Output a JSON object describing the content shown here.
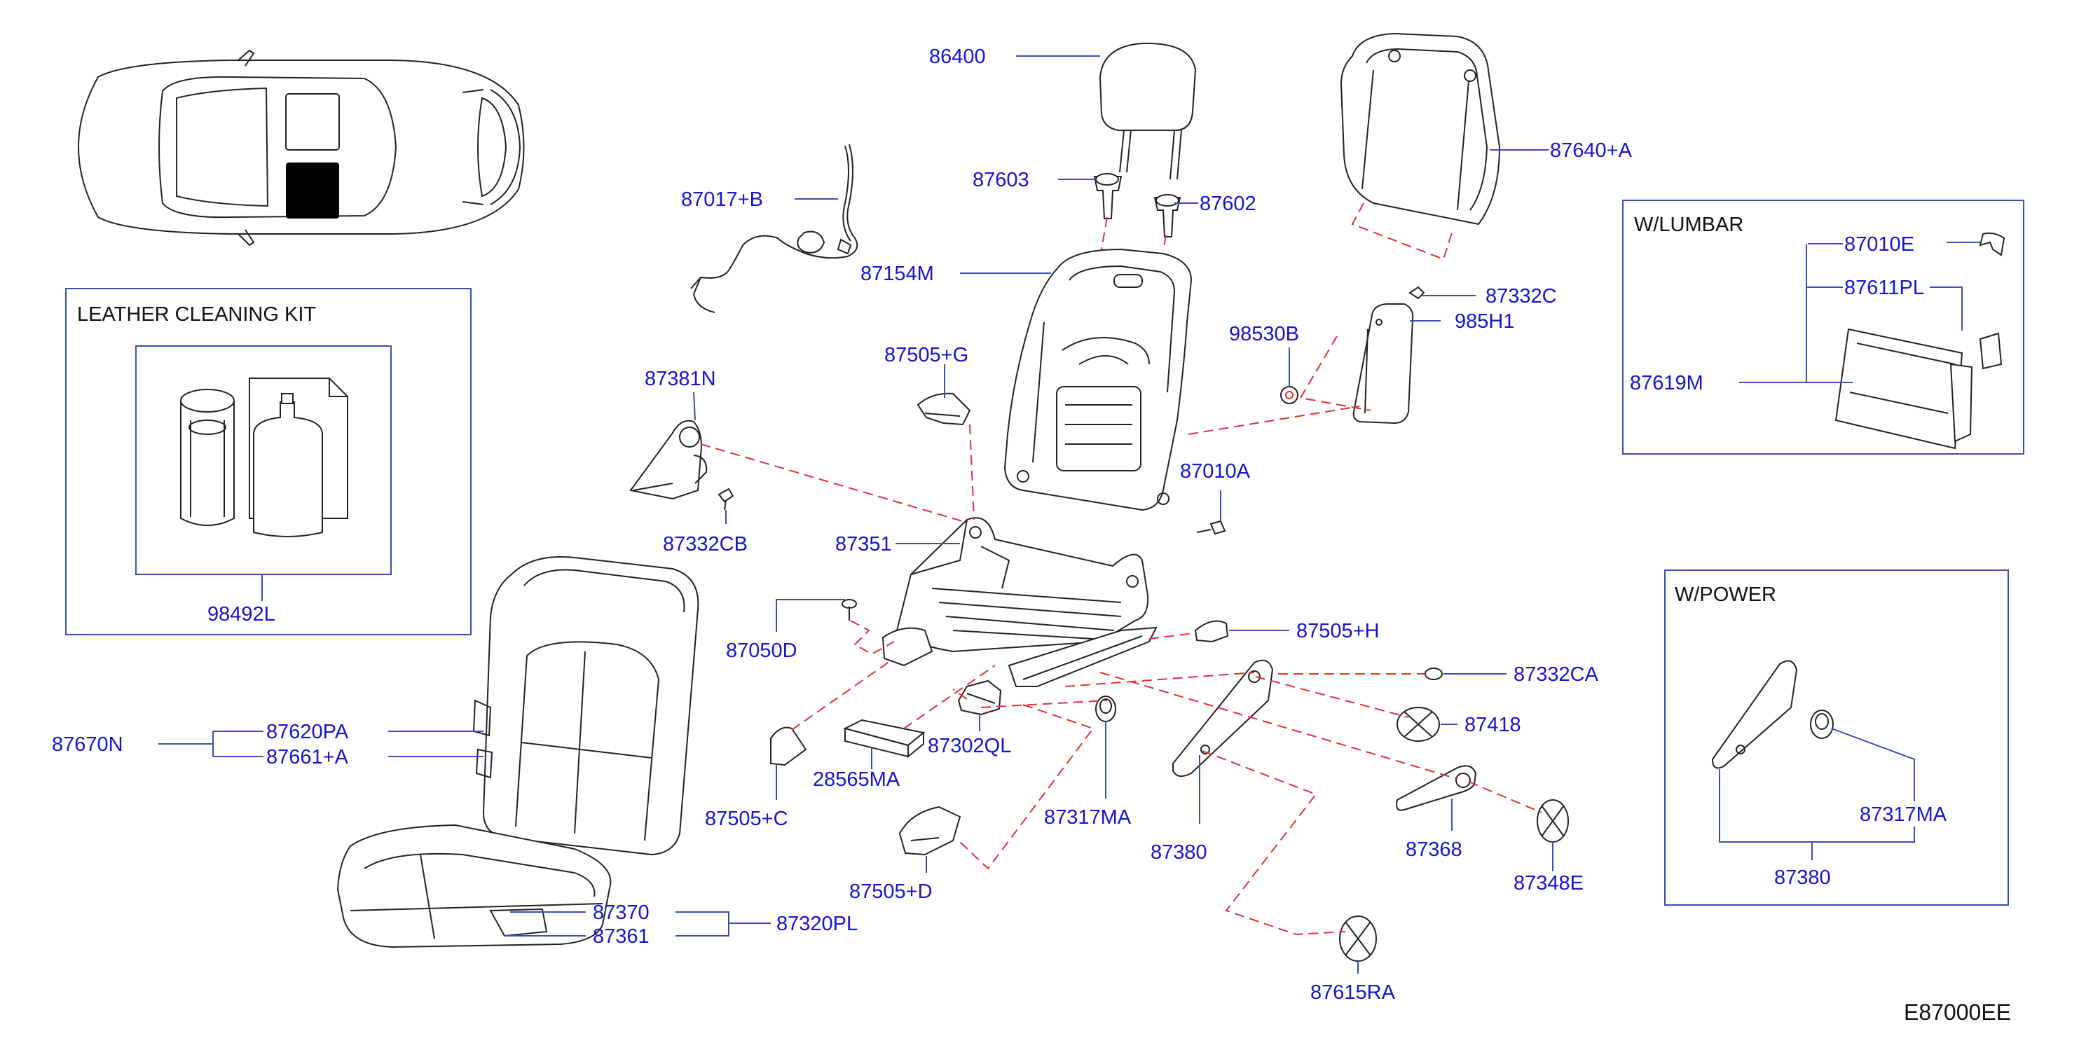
{
  "diagram_code": "E87000EE",
  "boxes": {
    "leather_kit": {
      "title": "LEATHER   CLEANING   KIT",
      "part": "98492L"
    },
    "lumbar": {
      "title": "W/LUMBAR",
      "parts": [
        "87010E",
        "87611PL",
        "87619M"
      ]
    },
    "power": {
      "title": "W/POWER",
      "parts": [
        "87317MA",
        "87380"
      ]
    }
  },
  "part_labels": [
    "86400",
    "87603",
    "87602",
    "87017+B",
    "87154M",
    "87640+A",
    "87332C",
    "985H1",
    "98530B",
    "87505+G",
    "87381N",
    "87332CB",
    "87351",
    "87010A",
    "87050D",
    "87505+H",
    "87332CA",
    "87418",
    "87302QL",
    "28565MA",
    "87505+C",
    "87317MA",
    "87380",
    "87368",
    "87348E",
    "87505+D",
    "87615RA",
    "87670N",
    "87620PA",
    "87661+A",
    "87370",
    "87361",
    "87320PL"
  ],
  "colors": {
    "label": "#1414d2",
    "leader": "#3a4fb0",
    "phantom": "#e53030",
    "ink": "#222222"
  }
}
